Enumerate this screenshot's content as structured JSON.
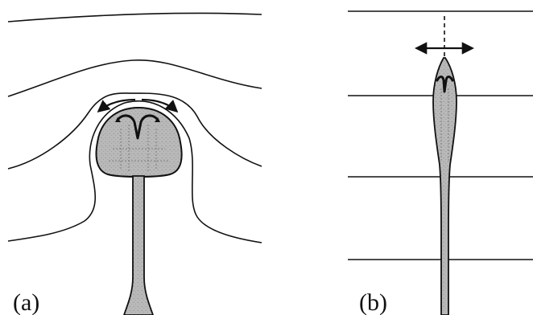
{
  "colors": {
    "background": "#ffffff",
    "ink": "#111111",
    "plume_fill": "#b9b9b9",
    "plume_stipple": "#8a8a8a"
  },
  "panels": [
    {
      "id": "a",
      "label": "(a)",
      "description_icons": [
        "contour-lines",
        "mushroom-plume",
        "spreading-arrows"
      ]
    },
    {
      "id": "b",
      "label": "(b)",
      "description_icons": [
        "horizontal-lines",
        "narrow-plume",
        "axis-arrows"
      ]
    }
  ]
}
